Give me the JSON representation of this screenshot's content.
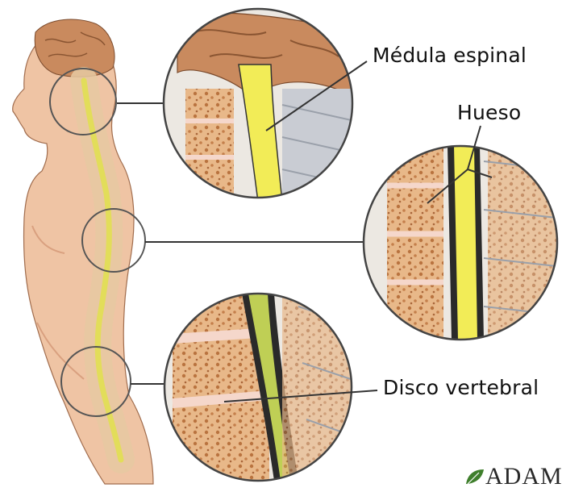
{
  "labels": {
    "spinal_cord": "Médula espinal",
    "bone": "Hueso",
    "vertebral_disc": "Disco vertebral"
  },
  "logo": {
    "text": "ADAM"
  },
  "colors": {
    "skin": "#efc4a4",
    "skin_shadow": "#d9a07f",
    "brain": "#c98a5e",
    "spinal_cord": "#f2ec57",
    "bone": "#e8b889",
    "bone_spot": "#b9733f",
    "disc": "#f5d7cb",
    "nerve_gray": "#c9ccd3",
    "outline": "#2a2a2a",
    "logo_green": "#3f7f2c"
  }
}
